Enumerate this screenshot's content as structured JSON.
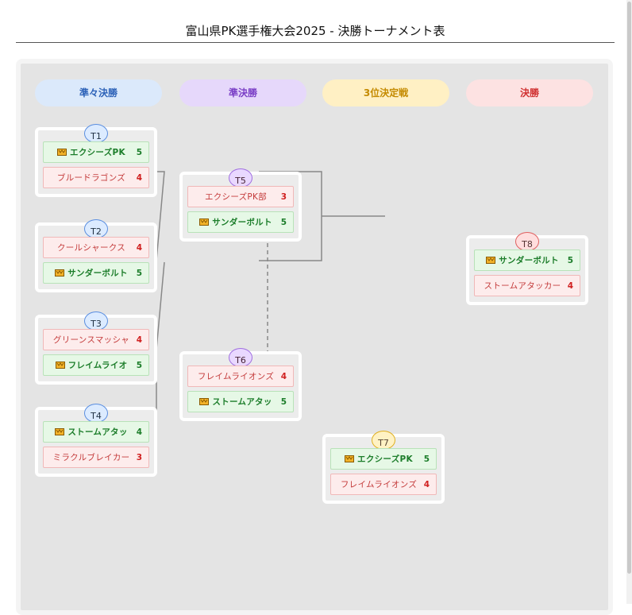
{
  "page": {
    "title": "富山県PK選手権大会2025 - 決勝トーナメント表"
  },
  "rounds": [
    {
      "label": "準々決勝",
      "bg": "#dbe9fb",
      "color": "#2d62b8"
    },
    {
      "label": "準決勝",
      "bg": "#e6d8fb",
      "color": "#7a3fc6"
    },
    {
      "label": "3位決定戦",
      "bg": "#fff0c4",
      "color": "#c48a00"
    },
    {
      "label": "決勝",
      "bg": "#fde2e2",
      "color": "#d03030"
    }
  ],
  "matches": [
    {
      "id": "T1",
      "teams": [
        {
          "name": "エクシーズPK",
          "score": "5",
          "winner": true
        },
        {
          "name": "ブルードラゴンズ",
          "score": "4",
          "winner": false
        }
      ]
    },
    {
      "id": "T2",
      "teams": [
        {
          "name": "クールシャークス",
          "score": "4",
          "winner": false
        },
        {
          "name": "サンダーボルト",
          "score": "5",
          "winner": true
        }
      ]
    },
    {
      "id": "T3",
      "teams": [
        {
          "name": "グリーンスマッシャ",
          "score": "4",
          "winner": false
        },
        {
          "name": "フレイムライオ",
          "score": "5",
          "winner": true
        }
      ]
    },
    {
      "id": "T4",
      "teams": [
        {
          "name": "ストームアタッ",
          "score": "4",
          "winner": true
        },
        {
          "name": "ミラクルブレイカー",
          "score": "3",
          "winner": false
        }
      ]
    },
    {
      "id": "T5",
      "teams": [
        {
          "name": "エクシーズPK部",
          "score": "3",
          "winner": false
        },
        {
          "name": "サンダーボルト",
          "score": "5",
          "winner": true
        }
      ]
    },
    {
      "id": "T6",
      "teams": [
        {
          "name": "フレイムライオンズ",
          "score": "4",
          "winner": false
        },
        {
          "name": "ストームアタッ",
          "score": "5",
          "winner": true
        }
      ]
    },
    {
      "id": "T7",
      "teams": [
        {
          "name": "エクシーズPK",
          "score": "5",
          "winner": true
        },
        {
          "name": "フレイムライオンズ",
          "score": "4",
          "winner": false
        }
      ]
    },
    {
      "id": "T8",
      "teams": [
        {
          "name": "サンダーボルト",
          "score": "5",
          "winner": true
        },
        {
          "name": "ストームアタッカー",
          "score": "4",
          "winner": false
        }
      ]
    }
  ]
}
